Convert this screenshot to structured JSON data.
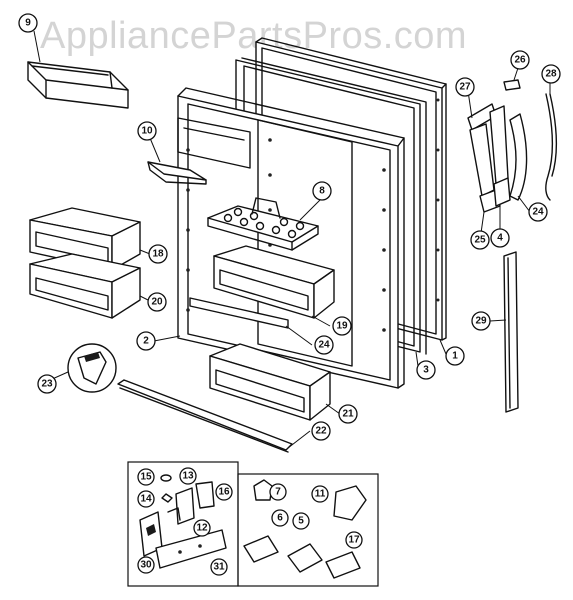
{
  "watermark": "AppliancePartsPros.com",
  "callouts": [
    {
      "label": "9"
    },
    {
      "label": "10"
    },
    {
      "label": "8"
    },
    {
      "label": "18"
    },
    {
      "label": "20"
    },
    {
      "label": "2"
    },
    {
      "label": "19"
    },
    {
      "label": "24"
    },
    {
      "label": "23"
    },
    {
      "label": "21"
    },
    {
      "label": "22"
    },
    {
      "label": "3"
    },
    {
      "label": "1"
    },
    {
      "label": "27"
    },
    {
      "label": "26"
    },
    {
      "label": "28"
    },
    {
      "label": "24"
    },
    {
      "label": "25"
    },
    {
      "label": "4"
    },
    {
      "label": "29"
    },
    {
      "label": "15"
    },
    {
      "label": "13"
    },
    {
      "label": "14"
    },
    {
      "label": "16"
    },
    {
      "label": "12"
    },
    {
      "label": "30"
    },
    {
      "label": "31"
    },
    {
      "label": "7"
    },
    {
      "label": "11"
    },
    {
      "label": "6"
    },
    {
      "label": "5"
    },
    {
      "label": "17"
    }
  ],
  "colors": {
    "line": "#111111",
    "watermark": "#d4d4d4",
    "background": "#ffffff"
  }
}
